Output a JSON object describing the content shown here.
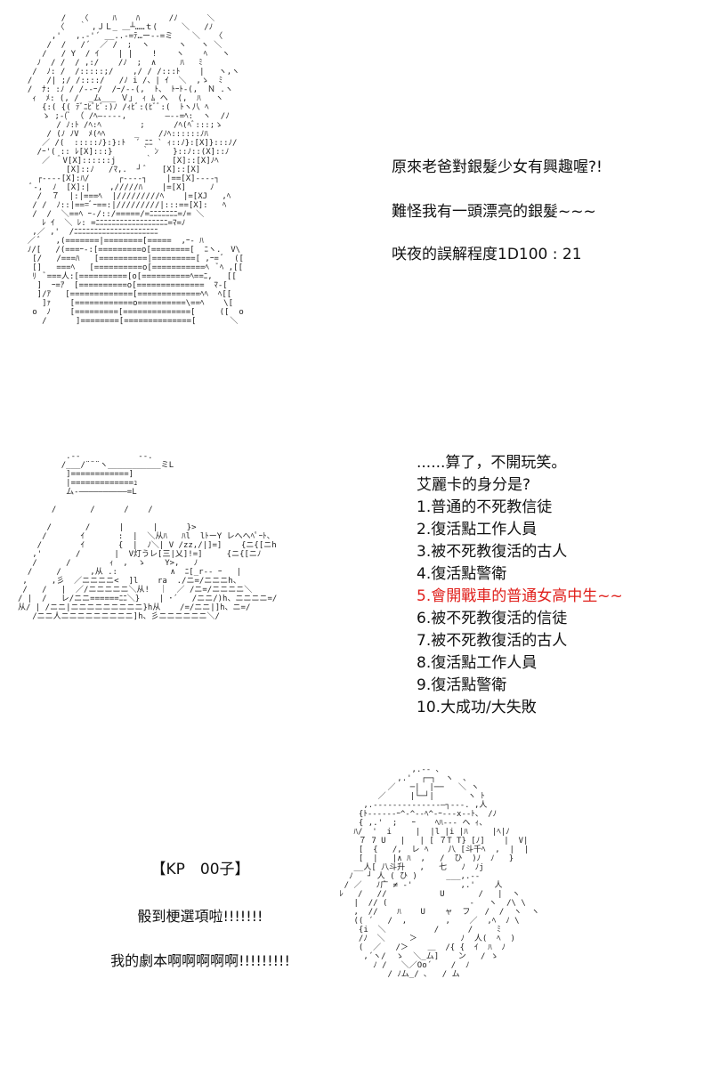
{
  "scene1": {
    "line1": "原來老爸對銀髮少女有興趣喔?!",
    "line2": "難怪我有一頭漂亮的銀髮~~~",
    "line3": "咲夜的誤解程度1D100 : 21"
  },
  "scene2": {
    "intro1": "......算了，不開玩笑。",
    "intro2": "艾麗卡的身分是?",
    "options": [
      "1.普通的不死教信徒",
      "2.復活點工作人員",
      "3.被不死教復活的古人",
      "4.復活點警衛",
      "5.會開戰車的普通女高中生~~",
      "6.被不死教復活的信徒",
      "7.被不死教復活的古人",
      "8.復活點工作人員",
      "9.復活點警衛",
      "10.大成功/大失敗"
    ],
    "highlight_color": "#e0201c"
  },
  "scene3": {
    "speaker": "【KP　00子】",
    "line1": "骰到梗選項啦!!!!!!!",
    "line2": "我的劇本啊啊啊啊啊!!!!!!!!!"
  },
  "art": {
    "top": "         /   〈     ﾊ    ﾊ      /ﾉ      ＼\n        〈   ｀ ,ＪＬ_ ＿┴……ｔ(     ＼   /ﾉ\n       ,'   ,.-'´ __..-=ﾃ…ー--=ミ    ＼   〈\n      /  /   /´  ／ /  ;  ヽ      ヽ   ヽ ＼\n     /   / Y  / ｲ    | |    !    ヽ    ﾍ   ヽ\n    ﾉ  / /  / ,:/    /ﾉ  ;  ∧     ﾊ   ﾐ\n   /  ﾉ: /  /:::::;/    ,/ / /:::ﾄ    |   ヽ,ヽ\n  /   /| ;/ /::::/   /ﾉ i /、| ｲ  ＼  ,ゝ  ﾐ\n  /  ﾅ: :ﾉ / /--ｰ/  /ｰ/--(,  ﾄ、 ﾄｰﾄ-(,  Ｎ .ヽ\n   ｨ  ﾒ: (, /  _ム___ Ｖ｣  ｨ ﾑ ヘ  (,  ﾊ   ヽ\n     {:( {( ﾃﾞﾆﾋﾞﾋﾞ:)ﾉ /ｨﾋﾞ:(ﾋﾞﾞ:(  ﾄヽ八 ﾍ\n     ゝ ;-(ﾞ （ /ﾍ―----,        ―--=ﾍ:  ヽ  /ﾉ\n        / ﾉ:ﾄ /ﾍ:ﾍ        ;      /ﾍ(ﾍﾞ:::;ゝ\n      / (ﾉ ﾉV  ﾒ(ﾍﾍ      _    /ﾉﾍ::::::ﾉﾊ\n     ／ /(  :::::ﾉ}:}:ﾄ  ´ ﾆﾆ ` ｨ::ﾉ}:[X]}:::ﾉ/\n    /ｰ'( :: ﾚ[X]:::}      ｀ ﾝ   }::ﾉ::(X]::ﾉ\n     ／ ＾V[X]::::::j      ｀    [X]::[X]ﾉﾍ\n          [X]::ﾉ   /ﾏ,.  ┘ ﾞ   [X]::[X]\n    ┌----[X]:ﾊ/      ┌----┐    |==[X]----┐\n   ﾞ-,  ﾉ  [X]:|    ,/////ﾊ    |=[X]     ﾉ\n    /  ７  |:|===ﾍ  |/////////ﾍ    |=[XJ   ,ﾍ\n   / /  ﾉ::|===ﾞｰ==:|/////////|:::==[X]:   ﾍ\n   /  /  ＼==ﾍ ｰ-/::/=====/=ﾆﾆﾆﾆﾆﾆﾆ=ﾉ= ＼\n     ﾚ ｲ  ＼ ﾚ: =ﾆﾆﾆﾆﾆﾆﾆﾆﾆﾆﾆﾆﾆﾆﾆﾆﾆﾆ=ﾏ=ﾉ\n   ,／ ,'  /ﾆﾆﾆﾆﾆﾆﾆﾆﾆﾆﾆﾆﾆﾆﾆﾆﾆﾆﾆﾆﾆ\n  ／ ﾞ   ,(=======|========[=====  ,ｰ- ﾊ\n  ﾉ/[   /(===ｰ-:[=========o[========[  ﾆヽ.  V\\\n   [/   /===ﾊ   [==========|=========[ ,ｰ= ﾞ  ([\n   []   ===ﾍ   [==========o[===========ﾍ  ﾞﾍ ,[[\n   ﾘ  ﾞ===人:[==========[o[==========ﾍ==ﾆ,   [[\n    ]  ｰ=ｱ  [==========o[==============  ﾏ-[\n    ]/ｱ   [=============[=============ﾍﾍ  ﾍ[[\n     ]ｧ    [============o==========\\==ﾍ    \\[\n   o  ﾉ    [=========[==============[     ([  o\n     /      ]========[==============[       ＼",
    "mid": "          .-‐ ￣￣￣￣￣￣ ‐-.\n         /___/¨¨¨ヽ___________ミL\n          ]============]\n          |=============ｭ\n          ム-――――――――――=L\n\n       /       /      /    /\n\n      /       /      |      |      }>\n     /       ｲ       :  |  ＼从ﾊ   ﾊl  lﾄーY レへへﾍﾟｰﾄ、\n    /        ｲ       {  |  ﾉ＼| V /zz,/|]=]    {ニ{[ニh\n   ,'       /       |  V灯うレ[三|乂]!=]     {ニ{[ニﾉ\n   /      /        ｨ  ,  ゝ    Y>,   ﾉ\n  /     /      ,从 .:           ∧  ﾆ[_r-‐ ｰ   |\n ,     ,彡  ／ニニニニ<  ]l    ra  ./ニ=/ニニニh、\n /   /   |  ／/ニニニニニ＼从!  ｜  ／ /ニ=/ニニニニ＼\n/ |  /   レ/ニニ======ﾆﾆ＼}    | ･´   /ニニ/)h、ニニニニ=/\n从/ | /ニニ|ニニニニニニニニニ}h从    /=/ニニ|]h、ニ=/\n   /ニニ人ニニニニニニニニニ]h、彡ニニニニニニ＼/",
    "bot": "                  ,.-‐ ､\n               ,.'  ┌─┐  ヽ  ､\n             ／   ─|  |──   ＼ ヽ\n           ／     |└─┘|       ヽ ﾄ\n        ,.-‐‐‐‐‐‐‐‐‐‐‐‐‐―┐‐‐‐. ,人\n       {ﾄ‐‐-‐-‐ｰ^‐^‐‐ﾍ^‐ｰ-‐‐x‐‐ﾄ、 /ﾉ\n       { ,.'  ;   ｰ    ﾍﾊ‐‐‐ ヘ ｨ、\n      ﾊ/  '  i     |  |l |i |ﾊ     |ﾍ|ﾉ\n       ７ 7 U   |   | [ ７T T} [ﾉ]    |  V|\n       [  {   /,  レ ﾍ    八 [斗千ﾍ  ,  |  |\n       [  |   |∧ ﾊ  ,   /  ひ  )ﾉ  ﾉ   }\n      __人[ 八斗升   ,   七   ﾉ  ﾉj\n     ﾉ   ┘ 人 ( ひ )      ___,.-‐\n    / ／   ﾉ广 ≠ ‐'          ,.'    人\n   ﾚ   /   //           U       /   |  ヽ\n      |  // (                 ‐   ヽ  /\\ \\\n      ,  //    ﾊ    U    ャ  フ   /  /  ヽ  ヽ\n      (( ´   /  ,        ,    ／  ,ﾍ  ﾉ \\\n       {i  ＼          /      /     ﾐ\n       /ﾉ  ＼     ＞         ﾉ  人(  ﾍ  )\n       (  ／   /＞    ＿  /{ {  ｲ  ﾊ  ﾉ\n        ,´ヽ/  ゝ  ＼_ム]    ン   / ゝ\n          ﾉ /   ＼／Oo´    /  ﾉ\n             / ﾉム_/ ､   / ム"
  }
}
